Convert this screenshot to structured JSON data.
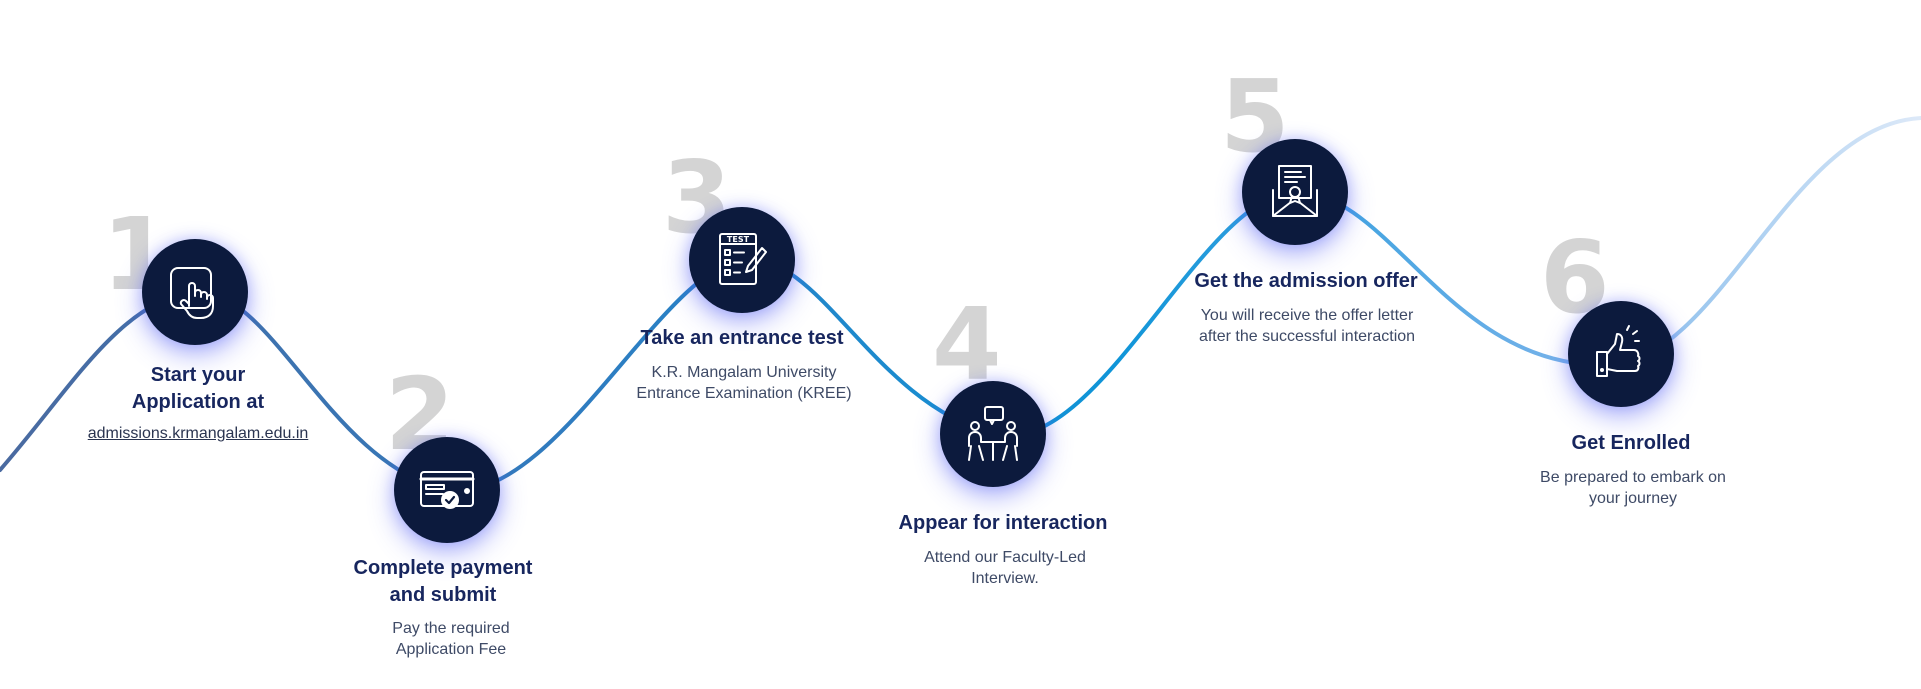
{
  "steps": [
    {
      "number": "1",
      "title": "Start your",
      "title2": "Application  at",
      "link": "admissions.krmangalam.edu.in",
      "icon": "hand-pointer-icon"
    },
    {
      "number": "2",
      "title": "Complete payment",
      "title2": "and submit",
      "desc": "Pay the required",
      "desc2": "Application Fee",
      "icon": "payment-card-icon"
    },
    {
      "number": "3",
      "title": "Take an entrance test",
      "desc": "K.R. Mangalam University",
      "desc2": "Entrance Examination (KREE)",
      "icon": "test-sheet-icon",
      "icon_label": "TEST"
    },
    {
      "number": "4",
      "title": "Appear for interaction",
      "desc": "Attend our Faculty-Led",
      "desc2": "Interview.",
      "icon": "interview-icon"
    },
    {
      "number": "5",
      "title": "Get the admission offer",
      "desc": "You will receive the offer letter",
      "desc2": "after the successful interaction",
      "icon": "offer-letter-icon"
    },
    {
      "number": "6",
      "title": "Get Enrolled",
      "desc": "Be prepared to embark on",
      "desc2": "your journey",
      "icon": "thumbs-up-icon"
    }
  ],
  "colors": {
    "node": "#0c1a3d",
    "title": "#17265e",
    "number": "#d4d4d4",
    "path_start": "#3f6ba8",
    "path_mid": "#0f8ed6",
    "path_end": "#d6e6f8"
  }
}
